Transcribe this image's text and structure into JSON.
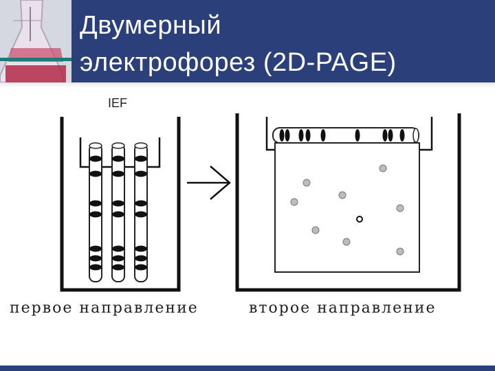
{
  "slide": {
    "title_line1": "Двумерный",
    "title_line2": "электрофорез (2D-PAGE)"
  },
  "diagram": {
    "ief_label": "IEF",
    "arrow_glyph": "→",
    "caption_first": "первое направление",
    "caption_second": "вторoе направление"
  },
  "colors": {
    "header_bg": "#2b3f7a",
    "title_text": "#ffffff",
    "band": "#111111",
    "spot_fill": "#bdbdbd"
  }
}
